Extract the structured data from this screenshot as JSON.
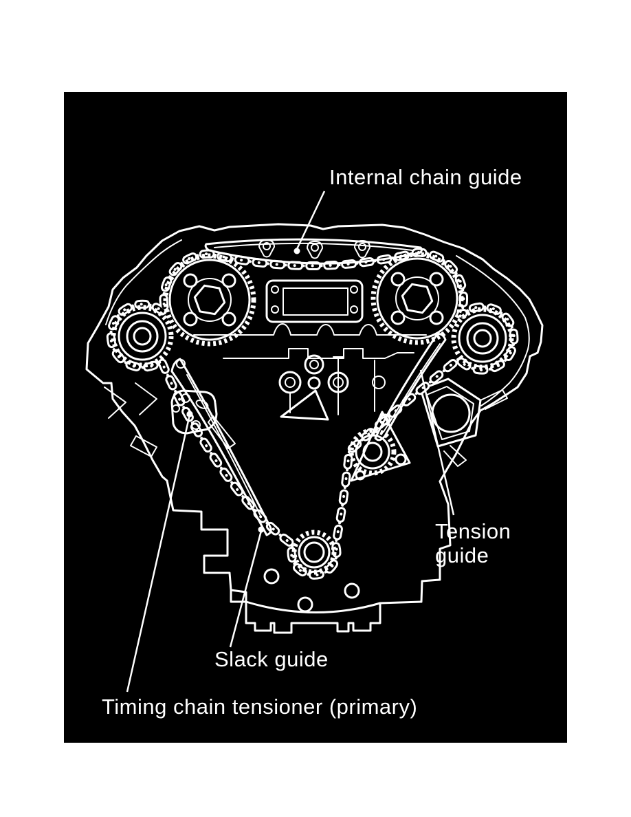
{
  "figure": {
    "type": "engine-timing-chain-diagram",
    "labels": {
      "internal_chain_guide": "Internal chain guide",
      "tension_guide_line1": "Tension",
      "tension_guide_line2": "guide",
      "slack_guide": "Slack guide",
      "timing_chain_tensioner": "Timing chain tensioner (primary)"
    },
    "colors": {
      "panel_background": "#000000",
      "line_color": "#ffffff",
      "page_background": "#ffffff"
    }
  }
}
